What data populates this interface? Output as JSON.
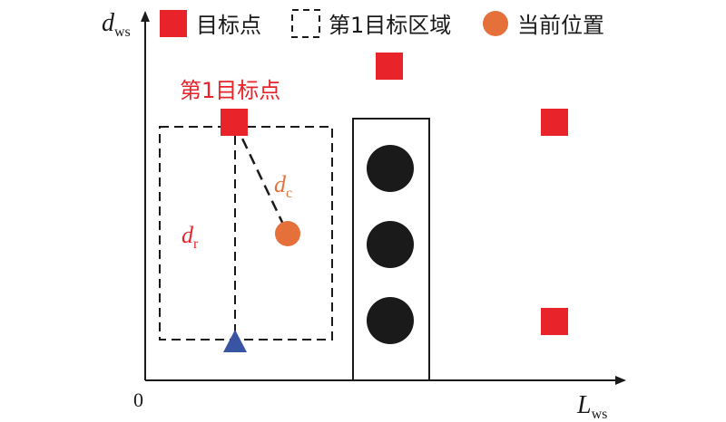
{
  "axes": {
    "y_label_main": "d",
    "y_label_sub": "ws",
    "x_label_main": "L",
    "x_label_sub": "ws",
    "origin": "0"
  },
  "legend": {
    "target_point": "目标点",
    "first_target_region": "第1目标区域",
    "current_position": "当前位置"
  },
  "annotations": {
    "first_target_point": "第1目标点",
    "dc_main": "d",
    "dc_sub": "c",
    "dr_main": "d",
    "dr_sub": "r"
  },
  "colors": {
    "target": "#e8232a",
    "current": "#e5703a",
    "label_red": "#e8232a",
    "label_orange": "#e5703a",
    "triangle": "#3a54a4",
    "obstacle": "#1a1a1a",
    "axis": "#1a1a1a"
  },
  "icons": {
    "target": "red-square-icon",
    "region": "dashed-rectangle-icon",
    "current": "orange-circle-icon",
    "start": "blue-triangle-icon",
    "obstacle": "black-circle-icon"
  }
}
